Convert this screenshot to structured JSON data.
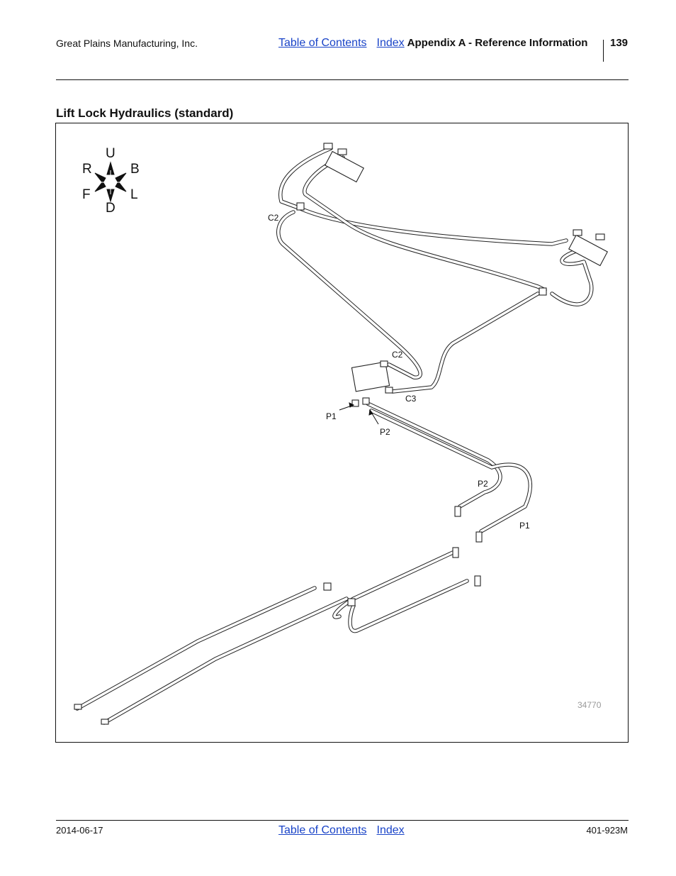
{
  "header": {
    "company": "Great Plains Manufacturing, Inc.",
    "link_toc": "Table of Contents",
    "link_index": "Index",
    "section": "Appendix A - Reference Information",
    "page_number": "139"
  },
  "title": "Lift Lock Hydraulics (standard)",
  "figure": {
    "compass": {
      "up": "U",
      "down": "D",
      "right_dir": "R",
      "back": "B",
      "front": "F",
      "left_dir": "L"
    },
    "labels": {
      "c2_top": "C2",
      "c2_valve": "C2",
      "c3": "C3",
      "p1_valve": "P1",
      "p2_valve": "P2",
      "p2_mid": "P2",
      "p1_mid": "P1"
    },
    "figure_number": "34770"
  },
  "footer": {
    "date": "2014-06-17",
    "link_toc": "Table of Contents",
    "link_index": "Index",
    "doc_number": "401-923M"
  }
}
